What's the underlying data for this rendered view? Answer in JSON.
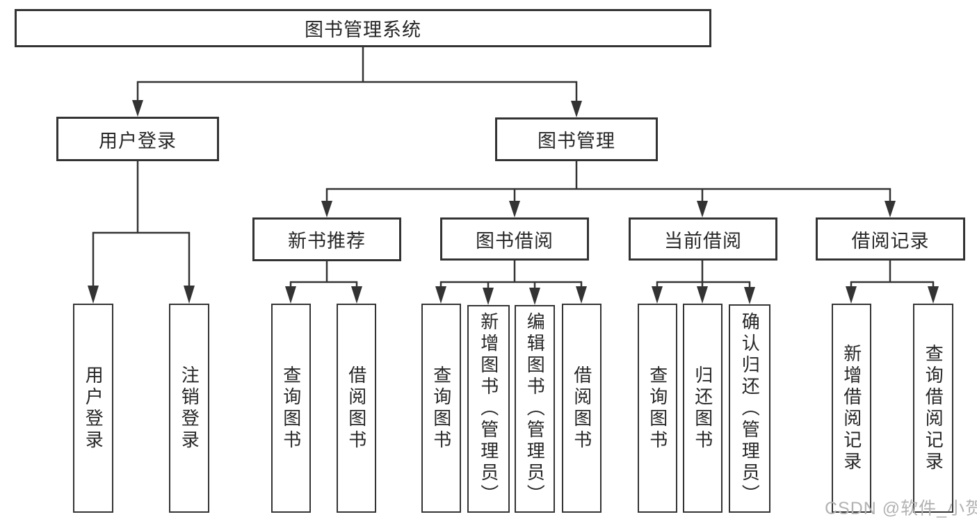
{
  "diagram": {
    "title": "图书管理系统",
    "root": {
      "label": "图书管理系统"
    },
    "branches": [
      {
        "label": "用户登录",
        "children": [
          {
            "label": "用户登录"
          },
          {
            "label": "注销登录"
          }
        ]
      },
      {
        "label": "图书管理",
        "children": [
          {
            "label": "新书推荐",
            "children": [
              {
                "label": "查询图书"
              },
              {
                "label": "借阅图书"
              }
            ]
          },
          {
            "label": "图书借阅",
            "children": [
              {
                "label": "查询图书"
              },
              {
                "label": "新增图书（管理员）"
              },
              {
                "label": "编辑图书（管理员）"
              },
              {
                "label": "借阅图书"
              }
            ]
          },
          {
            "label": "当前借阅",
            "children": [
              {
                "label": "查询图书"
              },
              {
                "label": "归还图书"
              },
              {
                "label": "确认归还（管理员）"
              }
            ]
          },
          {
            "label": "借阅记录",
            "children": [
              {
                "label": "新增借阅记录"
              },
              {
                "label": "查询借阅记录"
              }
            ]
          }
        ]
      }
    ]
  },
  "watermark": "CSDN @软件_小贺同学",
  "colors": {
    "line": "#333333",
    "text": "#262626",
    "background": "#ffffff",
    "watermark": "#b2b2b2"
  }
}
